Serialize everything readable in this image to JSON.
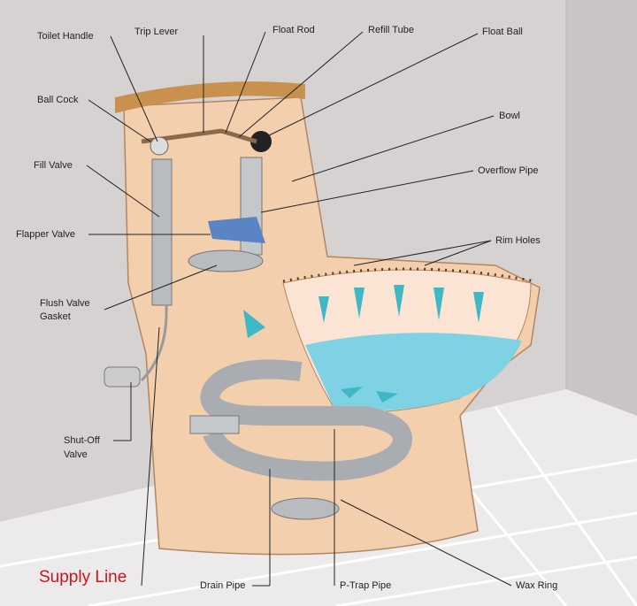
{
  "labels": {
    "toilet_handle": "Toilet Handle",
    "trip_lever": "Trip Lever",
    "float_rod": "Float Rod",
    "refill_tube": "Refill Tube",
    "float_ball": "Float Ball",
    "ball_cock": "Ball Cock",
    "bowl": "Bowl",
    "fill_valve": "Fill Valve",
    "overflow_pipe": "Overflow Pipe",
    "flapper_valve": "Flapper Valve",
    "rim_holes": "Rim Holes",
    "flush_valve_gasket_1": "Flush Valve",
    "flush_valve_gasket_2": "Gasket",
    "shut_off_valve_1": "Shut-Off",
    "shut_off_valve_2": "Valve",
    "supply_line": "Supply Line",
    "drain_pipe": "Drain Pipe",
    "p_trap_pipe": "P-Trap Pipe",
    "wax_ring": "Wax Ring"
  },
  "colors": {
    "wall": "#d6d2d1",
    "floor": "#eceaea",
    "porcelain": "#f3cfae",
    "tank_lid": "#c9914e",
    "water": "#7fd2e3",
    "arrow": "#3fb8c6",
    "pipe": "#a9acb0",
    "supply_line": "#d0121b"
  }
}
